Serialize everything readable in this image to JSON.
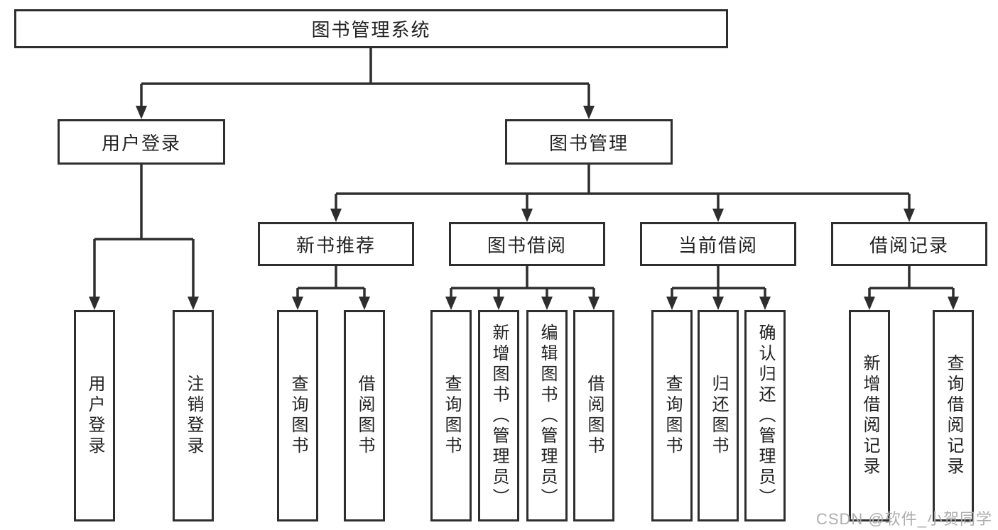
{
  "diagram": {
    "type": "tree-structure-chart",
    "colors": {
      "line": "#2e2e2e",
      "box_border": "#2e2e2e",
      "box_background": "#ffffff",
      "text": "#222222",
      "watermark": "#adadad"
    },
    "tree": {
      "label": "图书管理系统",
      "children": [
        {
          "label": "用户登录",
          "children": [
            {
              "label": "用户登录"
            },
            {
              "label": "注销登录"
            }
          ]
        },
        {
          "label": "图书管理",
          "children": [
            {
              "label": "新书推荐",
              "children": [
                {
                  "label": "查询图书"
                },
                {
                  "label": "借阅图书"
                }
              ]
            },
            {
              "label": "图书借阅",
              "children": [
                {
                  "label": "查询图书"
                },
                {
                  "label": "新增图书（管理员）"
                },
                {
                  "label": "编辑图书（管理员）"
                },
                {
                  "label": "借阅图书"
                }
              ]
            },
            {
              "label": "当前借阅",
              "children": [
                {
                  "label": "查询图书"
                },
                {
                  "label": "归还图书"
                },
                {
                  "label": "确认归还（管理员）"
                }
              ]
            },
            {
              "label": "借阅记录",
              "children": [
                {
                  "label": "新增借阅记录"
                },
                {
                  "label": "查询借阅记录"
                }
              ]
            }
          ]
        }
      ]
    }
  },
  "watermark": {
    "text": "CSDN @软件_小贺同学"
  }
}
